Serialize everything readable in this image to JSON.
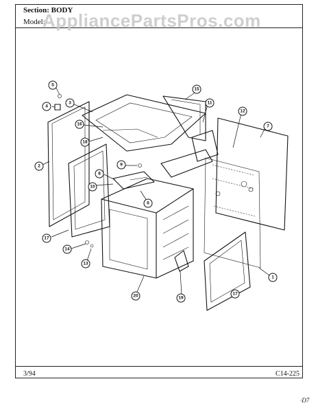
{
  "header": {
    "section": "Section:  BODY",
    "model": "Model:",
    "watermark": "AppliancePartsPros.com"
  },
  "footer": {
    "date": "3/94",
    "code": "C14-225",
    "corner_mark": "·D7"
  },
  "diagram": {
    "callouts": [
      "5",
      "4",
      "3",
      "16",
      "18",
      "2",
      "17",
      "9",
      "8",
      "10",
      "6",
      "14",
      "13",
      "20",
      "15",
      "11",
      "12",
      "7",
      "19",
      "17",
      "1"
    ]
  }
}
